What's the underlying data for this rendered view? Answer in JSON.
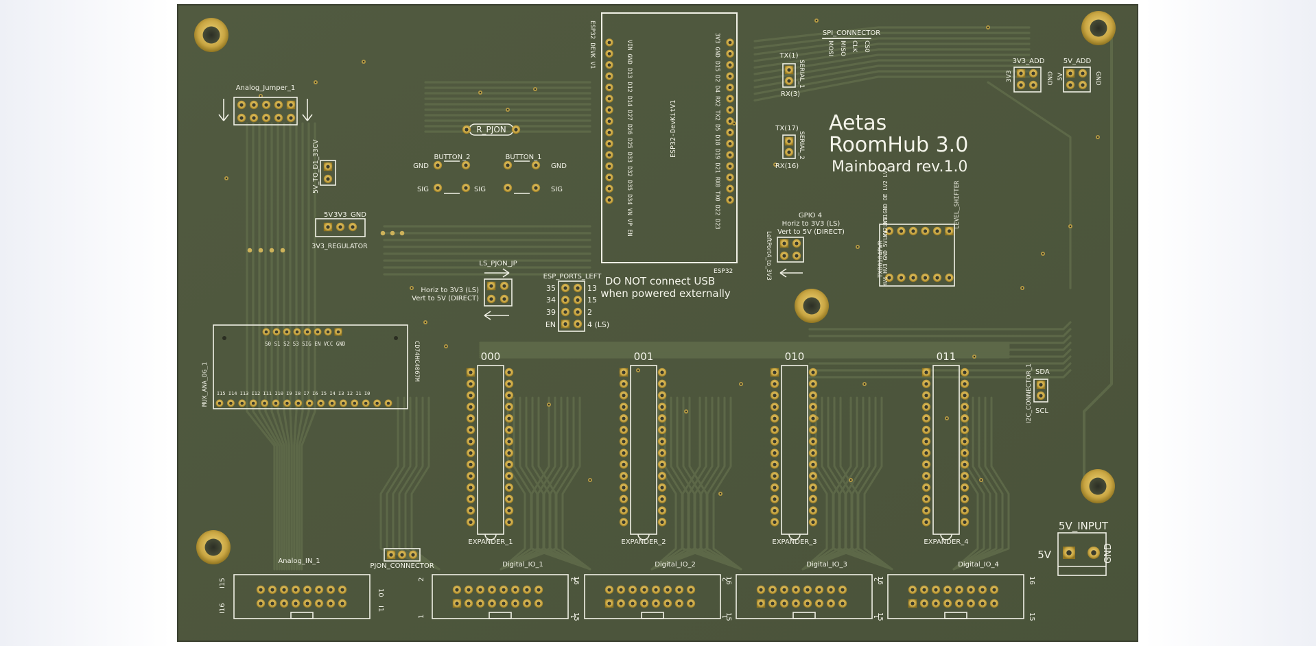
{
  "title": {
    "brand": "Aetas",
    "product": "RoomHub 3.0",
    "revision": "Mainboard rev.1.0"
  },
  "warning": {
    "line1": "DO NOT connect USB",
    "line2": "when powered externally"
  },
  "module": {
    "ref": "ESP32",
    "name_side": "ESP32 DEVK V1",
    "name_center": "ESP32-DevKitV1",
    "left_pins": "VIN GND D13 D12 D14 D27 D26 D25 D33 D32 D35 D34 VN VP EN",
    "right_pins": "3V3 GND D15 D2 D4 RX2 TX2 D5 D18 D19 D21 RX0 TX0 D22 D23"
  },
  "labels": {
    "analog_jumper": "Analog_Jumper_1",
    "r_pjon": "R_PJON",
    "diode": "5V_TO_D1_33CV",
    "regulator": "3V3_REGULATOR",
    "regulator_pins": [
      "5V",
      "3V3",
      "GND"
    ],
    "button_2": "BUTTON_2",
    "button_1": "BUTTON_1",
    "btn_gnd": "GND",
    "btn_sig": "SIG",
    "spi": "SPI_CONNECTOR",
    "spi_pins": [
      "MOSI",
      "MISO",
      "CLK",
      "CS0"
    ],
    "tx1": "TX(1)",
    "rx3": "RX(3)",
    "serial1": "SERIAL_1",
    "tx17": "TX(17)",
    "rx16": "RX(16)",
    "serial2": "SERIAL_2",
    "add_3v3": "3V3_ADD",
    "add_5v": "5V_ADD",
    "add_3v3_side": "3V3",
    "add_5v_side": "5V",
    "gnd": "GND",
    "gpio4": "GPIO 4",
    "gpio4_h": "Horiz to 3V3 (LS)",
    "gpio4_v": "Vert to 5V (DIRECT)",
    "leftport": "LeftPort4_to_3V3",
    "level_shifter": "LEVEL_SHIFTER",
    "txb": "TXB0104PWR",
    "ls_top_pins": "LV4 LV3 GND OE LV2 LV1",
    "ls_bot_pins": "HV4 HV3 GND 5V HV2 HV1",
    "ls_pjon": "LS_PJON_JP",
    "ls_h": "Horiz to 3V3 (LS)",
    "ls_v": "Vert to 5V (DIRECT)",
    "esp_ports": "ESP_PORTS_LEFT",
    "esp_ports_left": [
      "35",
      "34",
      "39",
      "EN"
    ],
    "esp_ports_right": [
      "13",
      "15",
      "2",
      "4 (LS)"
    ],
    "mux": "MUX_ANA_DG_1",
    "mux_chip": "CD74HC4067M",
    "mux_top_pins": "S0 S1 S2 S3 SIG EN VCC GND",
    "mux_bot_pins": "I15 I14 I13 I12 I11 I10 I9 I8 I7 I6 I5 I4 I3 I2 I1 I0",
    "i2c": "I2C_CONNECTOR_1",
    "sda": "SDA",
    "scl": "SCL",
    "input": "5V_INPUT",
    "input_5v": "5V",
    "input_gnd": "GND",
    "pjon_conn": "PJON_CONNECTOR",
    "analog_in": "Analog_IN_1",
    "analog_in_pins": [
      "I15",
      "I16",
      "10",
      "I1"
    ]
  },
  "expanders": [
    {
      "address": "000",
      "label": "EXPANDER_1"
    },
    {
      "address": "001",
      "label": "EXPANDER_2"
    },
    {
      "address": "010",
      "label": "EXPANDER_3"
    },
    {
      "address": "011",
      "label": "EXPANDER_4"
    }
  ],
  "digital_io": [
    {
      "label": "Digital_IO_1"
    },
    {
      "label": "Digital_IO_2"
    },
    {
      "label": "Digital_IO_3"
    },
    {
      "label": "Digital_IO_4"
    }
  ],
  "io_pin_numbers": [
    "2",
    "1",
    "16",
    "15"
  ],
  "colors": {
    "board": "#4f583e",
    "copper_trace": "#5a6446",
    "pad": "#c9a643",
    "silk": "#f4f4ea"
  }
}
